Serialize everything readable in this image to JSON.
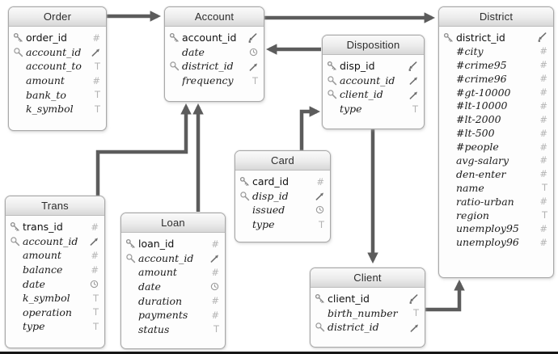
{
  "diagram": {
    "colors": {
      "arrow": "#5c5c5c",
      "table_border": "#a9a9a9",
      "header_gradient_top": "#fafafa",
      "header_gradient_bottom": "#d7d7d7",
      "type_icon_gray": "#b3b3b3"
    },
    "tables": [
      {
        "name": "Order",
        "fields": [
          {
            "name": "order_id",
            "left": "key",
            "type": "hash",
            "pk": true
          },
          {
            "name": "account_id",
            "left": "magnifier",
            "type": "fk"
          },
          {
            "name": "account_to",
            "left": "none",
            "type": "text"
          },
          {
            "name": "amount",
            "left": "none",
            "type": "hash"
          },
          {
            "name": "bank_to",
            "left": "none",
            "type": "text"
          },
          {
            "name": "k_symbol",
            "left": "none",
            "type": "text"
          }
        ]
      },
      {
        "name": "Account",
        "fields": [
          {
            "name": "account_id",
            "left": "key",
            "type": "pkref",
            "pk": true
          },
          {
            "name": "date",
            "left": "none",
            "type": "clock"
          },
          {
            "name": "district_id",
            "left": "magnifier",
            "type": "fk"
          },
          {
            "name": "frequency",
            "left": "none",
            "type": "text"
          }
        ]
      },
      {
        "name": "District",
        "fields": [
          {
            "name": "district_id",
            "left": "key",
            "type": "pkref",
            "pk": true
          },
          {
            "name": "#city",
            "left": "none",
            "type": "hash"
          },
          {
            "name": "#crime95",
            "left": "none",
            "type": "hash"
          },
          {
            "name": "#crime96",
            "left": "none",
            "type": "hash"
          },
          {
            "name": "#gt-10000",
            "left": "none",
            "type": "hash"
          },
          {
            "name": "#lt-10000",
            "left": "none",
            "type": "hash"
          },
          {
            "name": "#lt-2000",
            "left": "none",
            "type": "hash"
          },
          {
            "name": "#lt-500",
            "left": "none",
            "type": "hash"
          },
          {
            "name": "#people",
            "left": "none",
            "type": "hash"
          },
          {
            "name": "avg-salary",
            "left": "none",
            "type": "hash"
          },
          {
            "name": "den-enter",
            "left": "none",
            "type": "hash"
          },
          {
            "name": "name",
            "left": "none",
            "type": "text"
          },
          {
            "name": "ratio-urban",
            "left": "none",
            "type": "hash"
          },
          {
            "name": "region",
            "left": "none",
            "type": "text"
          },
          {
            "name": "unemploy95",
            "left": "none",
            "type": "hash"
          },
          {
            "name": "unemploy96",
            "left": "none",
            "type": "hash"
          }
        ]
      },
      {
        "name": "Disposition",
        "fields": [
          {
            "name": "disp_id",
            "left": "key",
            "type": "pkref",
            "pk": true
          },
          {
            "name": "account_id",
            "left": "magnifier",
            "type": "fk"
          },
          {
            "name": "client_id",
            "left": "magnifier",
            "type": "fk"
          },
          {
            "name": "type",
            "left": "none",
            "type": "text"
          }
        ]
      },
      {
        "name": "Card",
        "fields": [
          {
            "name": "card_id",
            "left": "key",
            "type": "hash",
            "pk": true
          },
          {
            "name": "disp_id",
            "left": "magnifier",
            "type": "fk"
          },
          {
            "name": "issued",
            "left": "none",
            "type": "clock"
          },
          {
            "name": "type",
            "left": "none",
            "type": "text"
          }
        ]
      },
      {
        "name": "Trans",
        "fields": [
          {
            "name": "trans_id",
            "left": "key",
            "type": "hash",
            "pk": true
          },
          {
            "name": "account_id",
            "left": "magnifier",
            "type": "fk"
          },
          {
            "name": "amount",
            "left": "none",
            "type": "hash"
          },
          {
            "name": "balance",
            "left": "none",
            "type": "hash"
          },
          {
            "name": "date",
            "left": "none",
            "type": "clock"
          },
          {
            "name": "k_symbol",
            "left": "none",
            "type": "text"
          },
          {
            "name": "operation",
            "left": "none",
            "type": "text"
          },
          {
            "name": "type",
            "left": "none",
            "type": "text"
          }
        ]
      },
      {
        "name": "Loan",
        "fields": [
          {
            "name": "loan_id",
            "left": "key",
            "type": "hash",
            "pk": true
          },
          {
            "name": "account_id",
            "left": "magnifier",
            "type": "fk"
          },
          {
            "name": "amount",
            "left": "none",
            "type": "hash"
          },
          {
            "name": "date",
            "left": "none",
            "type": "clock"
          },
          {
            "name": "duration",
            "left": "none",
            "type": "hash"
          },
          {
            "name": "payments",
            "left": "none",
            "type": "hash"
          },
          {
            "name": "status",
            "left": "none",
            "type": "text"
          }
        ]
      },
      {
        "name": "Client",
        "fields": [
          {
            "name": "client_id",
            "left": "key",
            "type": "pkref",
            "pk": true
          },
          {
            "name": "birth_number",
            "left": "none",
            "type": "text"
          },
          {
            "name": "district_id",
            "left": "magnifier",
            "type": "fk"
          }
        ]
      }
    ],
    "connections": [
      {
        "from": "Order.account_id",
        "to": "Account"
      },
      {
        "from": "Account.district_id",
        "to": "District"
      },
      {
        "from": "Disposition.account_id",
        "to": "Account"
      },
      {
        "from": "Card.disp_id",
        "to": "Disposition"
      },
      {
        "from": "Trans.account_id",
        "to": "Account"
      },
      {
        "from": "Loan.account_id",
        "to": "Account"
      },
      {
        "from": "Disposition.client_id",
        "to": "Client"
      },
      {
        "from": "Client.district_id",
        "to": "District"
      }
    ]
  }
}
